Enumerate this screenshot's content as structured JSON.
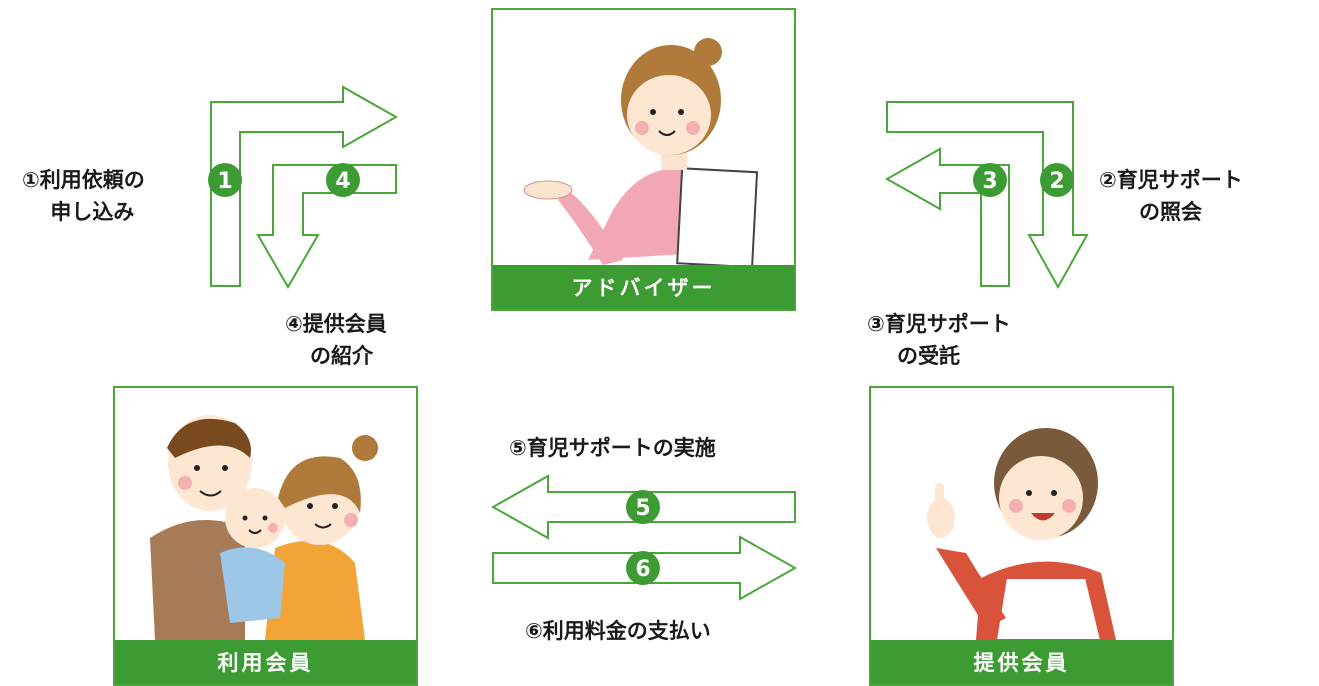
{
  "nodes": {
    "advisor": {
      "label": "アドバイザー"
    },
    "user_member": {
      "label": "利用会員"
    },
    "provider_member": {
      "label": "提供会員"
    }
  },
  "steps": {
    "s1": {
      "num": "1",
      "text_line1": "①利用依頼の",
      "text_line2": "申し込み"
    },
    "s2": {
      "num": "2",
      "text_line1": "②育児サポート",
      "text_line2": "の照会"
    },
    "s3": {
      "num": "3",
      "text_line1": "③育児サポート",
      "text_line2": "の受託"
    },
    "s4": {
      "num": "4",
      "text_line1": "④提供会員",
      "text_line2": "の紹介"
    },
    "s5": {
      "num": "5",
      "text": "⑤育児サポートの実施"
    },
    "s6": {
      "num": "6",
      "text": "⑥利用料金の支払い"
    }
  },
  "colors": {
    "accent": "#3d9b33",
    "border": "#4aa63a"
  }
}
